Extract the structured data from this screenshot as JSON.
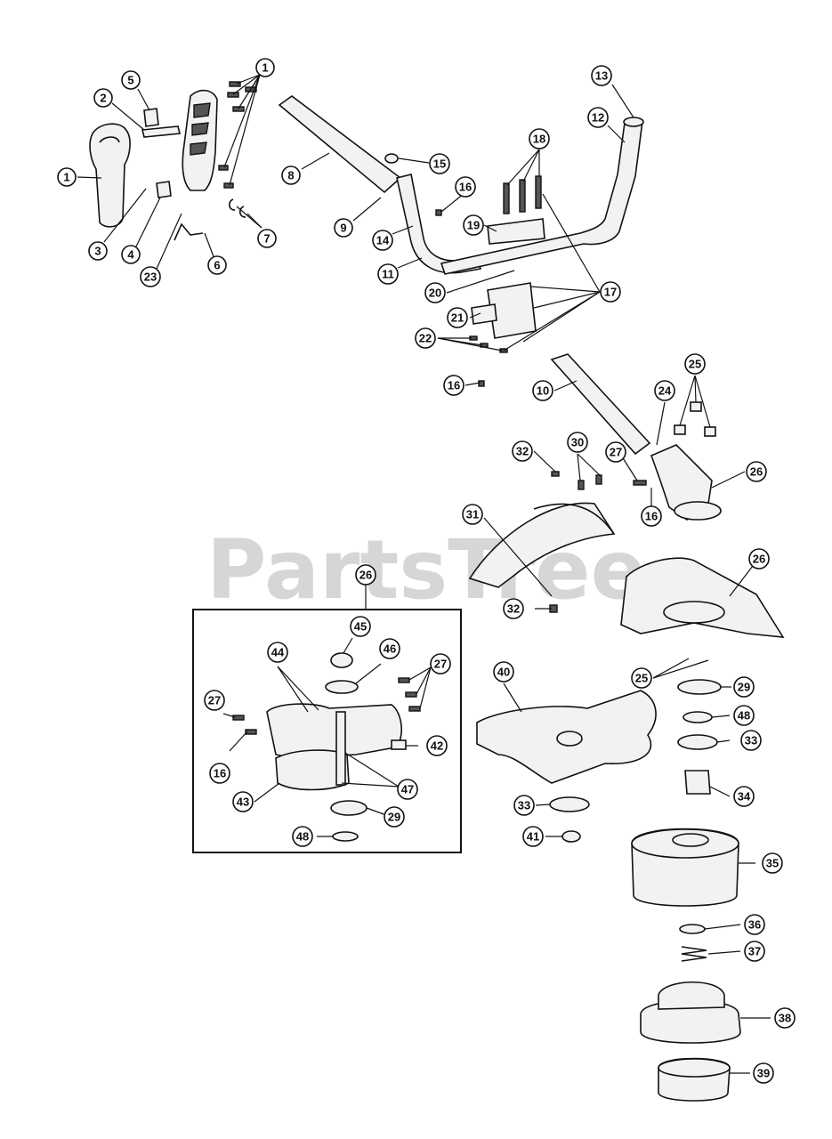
{
  "watermark": {
    "text": "PartsTree"
  },
  "detail_box": {
    "callout_label": "26"
  },
  "callouts": [
    {
      "label": "1"
    },
    {
      "label": "2"
    },
    {
      "label": "5"
    },
    {
      "label": "1"
    },
    {
      "label": "3"
    },
    {
      "label": "4"
    },
    {
      "label": "23"
    },
    {
      "label": "6"
    },
    {
      "label": "7"
    },
    {
      "label": "8"
    },
    {
      "label": "9"
    },
    {
      "label": "14"
    },
    {
      "label": "11"
    },
    {
      "label": "15"
    },
    {
      "label": "16"
    },
    {
      "label": "18"
    },
    {
      "label": "19"
    },
    {
      "label": "13"
    },
    {
      "label": "12"
    },
    {
      "label": "17"
    },
    {
      "label": "20"
    },
    {
      "label": "21"
    },
    {
      "label": "22"
    },
    {
      "label": "16"
    },
    {
      "label": "10"
    },
    {
      "label": "24"
    },
    {
      "label": "25"
    },
    {
      "label": "26"
    },
    {
      "label": "32"
    },
    {
      "label": "30"
    },
    {
      "label": "27"
    },
    {
      "label": "16"
    },
    {
      "label": "31"
    },
    {
      "label": "32"
    },
    {
      "label": "26"
    },
    {
      "label": "25"
    },
    {
      "label": "29"
    },
    {
      "label": "48"
    },
    {
      "label": "33"
    },
    {
      "label": "34"
    },
    {
      "label": "35"
    },
    {
      "label": "36"
    },
    {
      "label": "37"
    },
    {
      "label": "38"
    },
    {
      "label": "39"
    },
    {
      "label": "40"
    },
    {
      "label": "33"
    },
    {
      "label": "41"
    },
    {
      "label": "45"
    },
    {
      "label": "44"
    },
    {
      "label": "46"
    },
    {
      "label": "27"
    },
    {
      "label": "27"
    },
    {
      "label": "42"
    },
    {
      "label": "16"
    },
    {
      "label": "47"
    },
    {
      "label": "43"
    },
    {
      "label": "29"
    },
    {
      "label": "48"
    }
  ]
}
